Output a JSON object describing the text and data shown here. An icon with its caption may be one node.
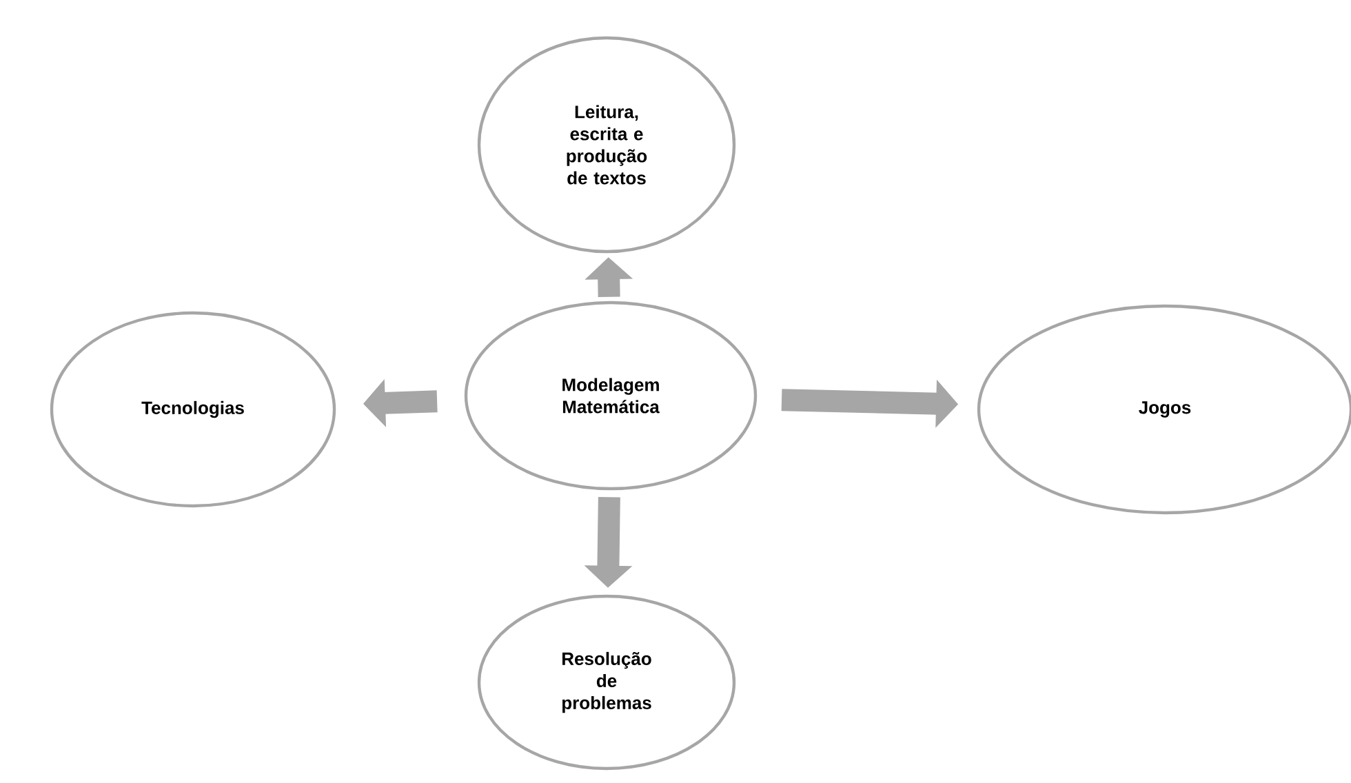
{
  "diagram": {
    "nodes": [
      {
        "text": [
          "Modelagem Matemática"
        ]
      },
      {
        "text": [
          "Leitura, escrita e produção de textos"
        ]
      },
      {
        "text": [
          "Tecnologias"
        ]
      },
      {
        "text": [
          "Jogos"
        ]
      },
      {
        "text": [
          "Resolução de problemas"
        ]
      }
    ],
    "edges": [
      {
        "from": 0,
        "to": 1,
        "arrow": "to"
      },
      {
        "from": 0,
        "to": 2,
        "arrow": "to"
      },
      {
        "from": 0,
        "to": 3,
        "arrow": "to"
      },
      {
        "from": 0,
        "to": 4,
        "arrow": "to"
      }
    ]
  }
}
